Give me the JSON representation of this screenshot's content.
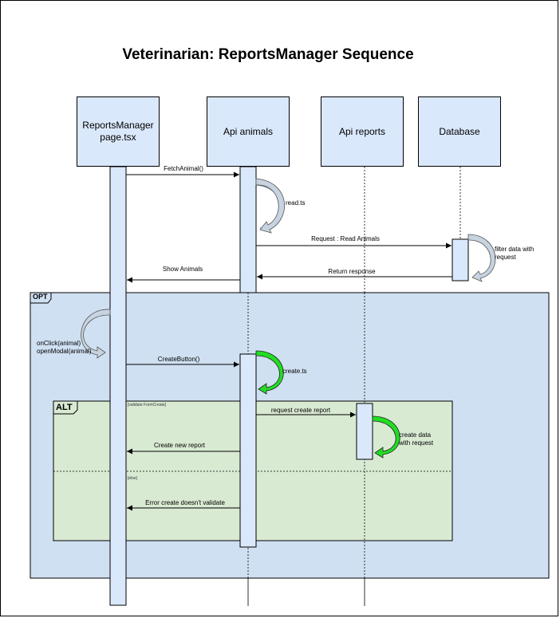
{
  "title": "Veterinarian: ReportsManager Sequence",
  "participants": [
    {
      "label": "ReportsManager\npage.tsx"
    },
    {
      "label": "Api animals"
    },
    {
      "label": "Api reports"
    },
    {
      "label": "Database"
    }
  ],
  "messages": {
    "fetch_animal": "FetchAnimal()",
    "read_ts": "read.ts",
    "request_read": "Request : Read Animals",
    "filter_data": "filter data with\nrequest",
    "show_animals": "Show Animals",
    "return_response": "Return response",
    "on_click": "onClick(animal)\nopenModal(animal)",
    "create_button": "CreateButton()",
    "create_ts": "create.ts",
    "request_create": "request create report",
    "create_data": "create data\nwith request",
    "create_new_report": "Create new report",
    "error_create": "Error create doesn't validate"
  },
  "frames": {
    "opt_label": "OPT",
    "alt_label": "ALT",
    "alt_guard": "[validate FormCreate]",
    "else_guard": "[else]"
  },
  "colors": {
    "participant_fill": "#dae8fc",
    "opt_fill": "#cfe0f2",
    "alt_fill": "#d9ead3",
    "self_arrow_gray": "#c7d3e0",
    "self_arrow_green": "#22dd22"
  }
}
